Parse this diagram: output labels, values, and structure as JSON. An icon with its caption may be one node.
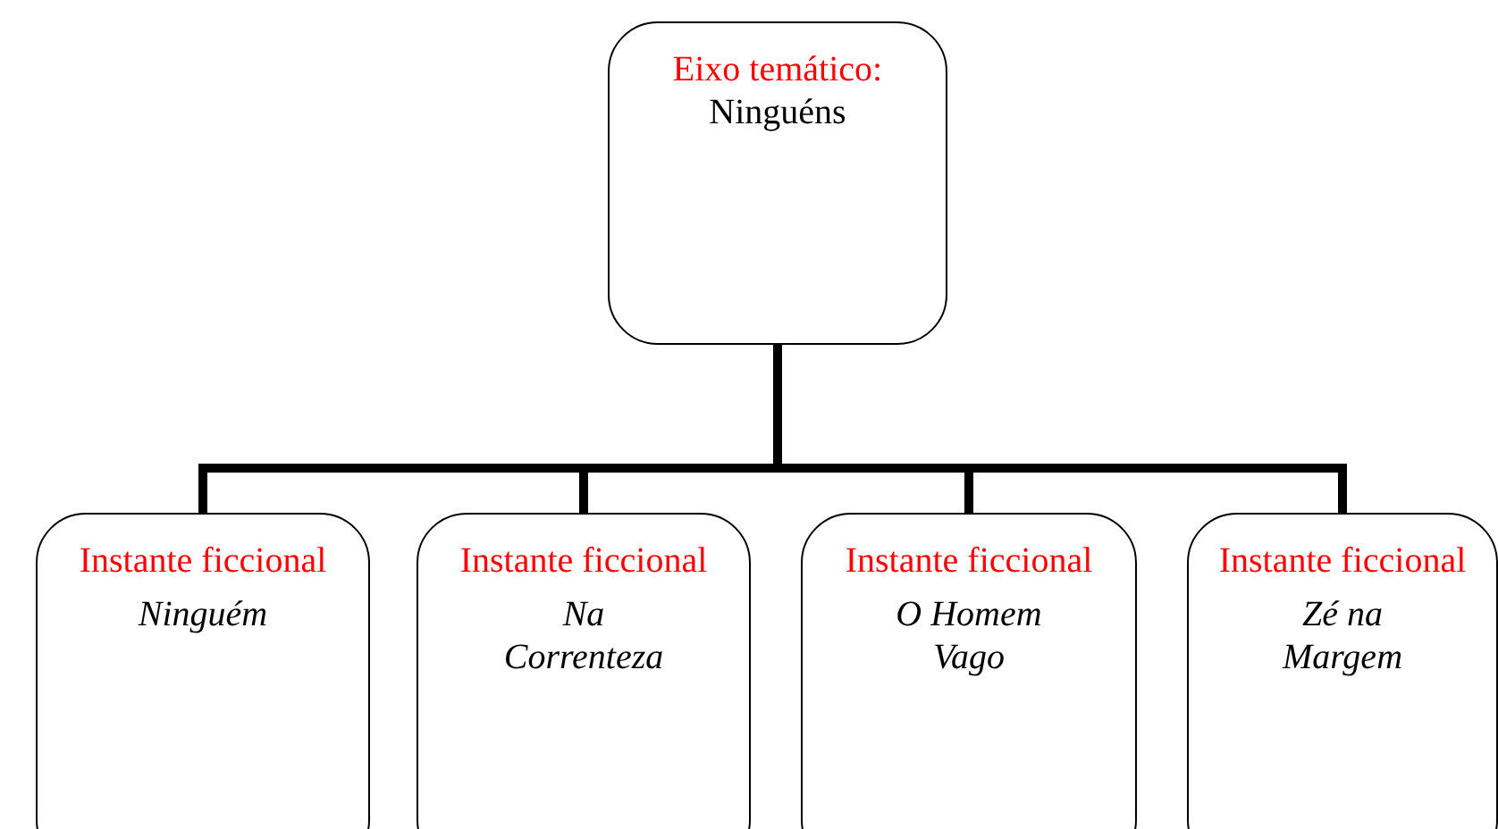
{
  "diagram": {
    "nodes": [
      {
        "text": [
          "Eixo temático:",
          "Ninguéns"
        ]
      },
      {
        "text": [
          "Instante ficcional",
          "Ninguém"
        ]
      },
      {
        "text": [
          "Instante ficcional",
          "Na Correnteza"
        ]
      },
      {
        "text": [
          "Instante ficcional",
          "O Homem Vago"
        ]
      },
      {
        "text": [
          "Instante ficcional",
          "Zé na Margem"
        ]
      }
    ],
    "edges": [
      {
        "from": 0,
        "to": 1,
        "arrow": "none"
      },
      {
        "from": 0,
        "to": 2,
        "arrow": "none"
      },
      {
        "from": 0,
        "to": 3,
        "arrow": "none"
      },
      {
        "from": 0,
        "to": 4,
        "arrow": "none"
      }
    ]
  }
}
